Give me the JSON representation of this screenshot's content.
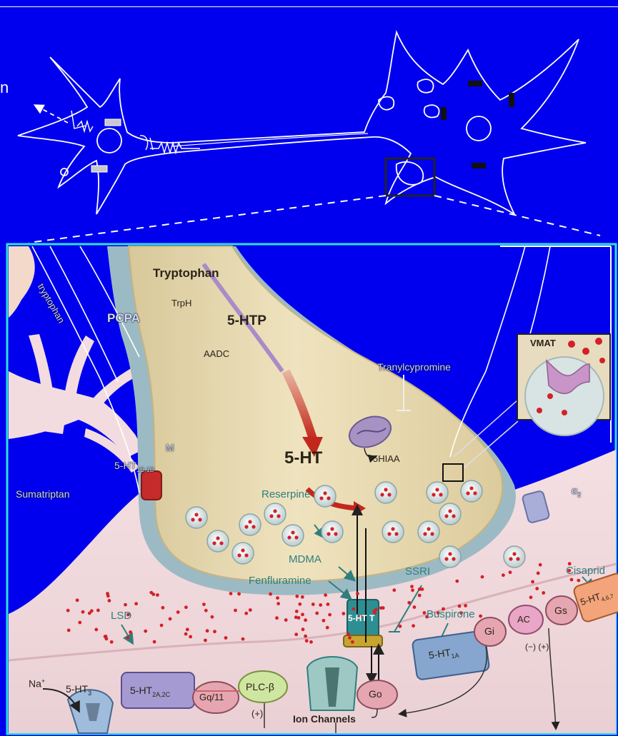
{
  "page": {
    "background": "#0000ee",
    "panel_border": "#2ee0e0",
    "edge_letter": "n"
  },
  "neuron_overview": {
    "description_icons": [
      "presynaptic-neuron",
      "axon",
      "postsynaptic-neuron",
      "zoom-box"
    ]
  },
  "synapse": {
    "labels": {
      "tryptophan_main": "Tryptophan",
      "tryptophan_side": "tryptophan",
      "trph": "TrpH",
      "htp": "5-HTP",
      "aadc": "AADC",
      "ht": "5-HT",
      "hiaa": "5HIAA",
      "tranylcypromine": "Tranylcypromine",
      "vmat": "VMAT",
      "reserpine": "Reserpine",
      "mdma": "MDMA",
      "fenfluramine": "Fenfluramine",
      "ssri": "SSRI",
      "ht_t": "5-HT T",
      "buspirone": "Buspirone",
      "cisapride": "Cisaprid",
      "lsd": "LSD",
      "na": "Na",
      "na_sup": "+",
      "ht3": "5-HT",
      "ht3_sub": "3",
      "ht2": "5-HT",
      "ht2_sub": "2A,2C",
      "gq11": "Gq/11",
      "plcb": "PLC-β",
      "plus": "(+)",
      "ion_channels": "Ion Channels",
      "go": "Go",
      "ht1a": "5-HT",
      "ht1a_sub": "1A",
      "gi": "Gi",
      "ac": "AC",
      "gs": "Gs",
      "ht46": "5-HT",
      "ht46_sub": "4,6,7",
      "minus_plus": "(−) (+)",
      "alpha2": "α",
      "alpha2_sub": "2",
      "sumatriptan": "Sumatriptan",
      "ht1bd": "5-HT",
      "ht1bd_sub": "1B,1D",
      "fcpa": "PCPA",
      "m_label": "M"
    }
  },
  "colors": {
    "terminal_fill": "#e7d9ae",
    "terminal_edge": "#c9b98a",
    "sheath": "#9bb9c2",
    "postsynaptic": "#f1d7db",
    "dots": "#d42027",
    "receptor_purple": "#a79bd0",
    "receptor_blue": "#86a6cf",
    "receptor_orange": "#f3a47b",
    "g_protein": "#e6a6b1",
    "plc": "#cfe6a0",
    "arrow_red": "#c3271b",
    "teal_text": "#2e7f7d"
  }
}
